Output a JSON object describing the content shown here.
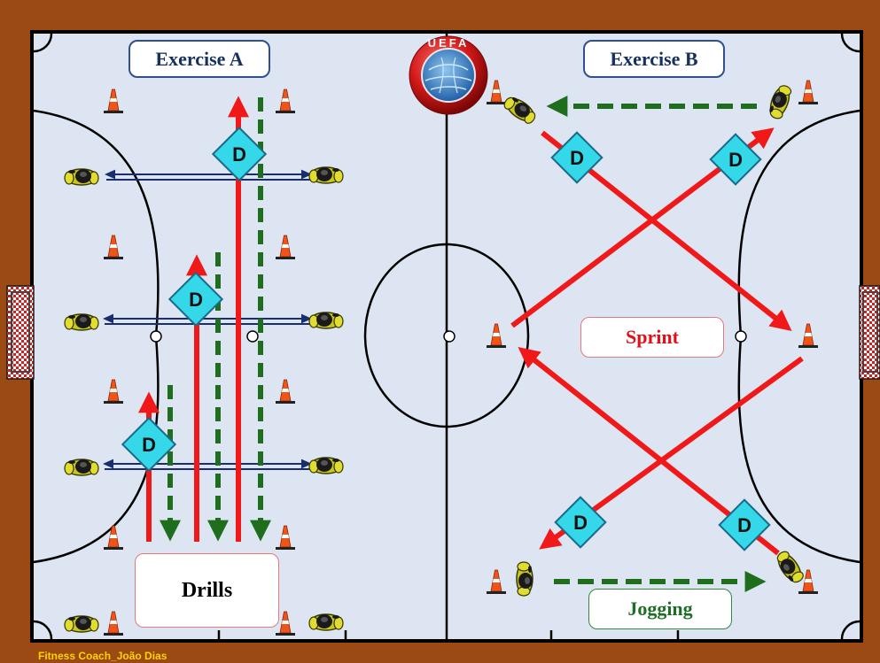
{
  "labels": {
    "exercise_a": "Exercise A",
    "exercise_b": "Exercise B",
    "drills": "Drills",
    "sprint": "Sprint",
    "jogging": "Jogging",
    "credit": "Fitness Coach_João Dias"
  },
  "logo": {
    "text": "UEFA",
    "icon": "uefa-logo"
  },
  "markers": {
    "defender_symbol": "D"
  },
  "colors": {
    "frame": "#9a4a12",
    "court": "#dce5f1",
    "sprint_arrow": "#f01818",
    "jog_arrow": "#1e6e1e",
    "pass_arrow": "#1a2e6e",
    "marker_fill": "#34d8e8",
    "cone": "#f0541a"
  }
}
